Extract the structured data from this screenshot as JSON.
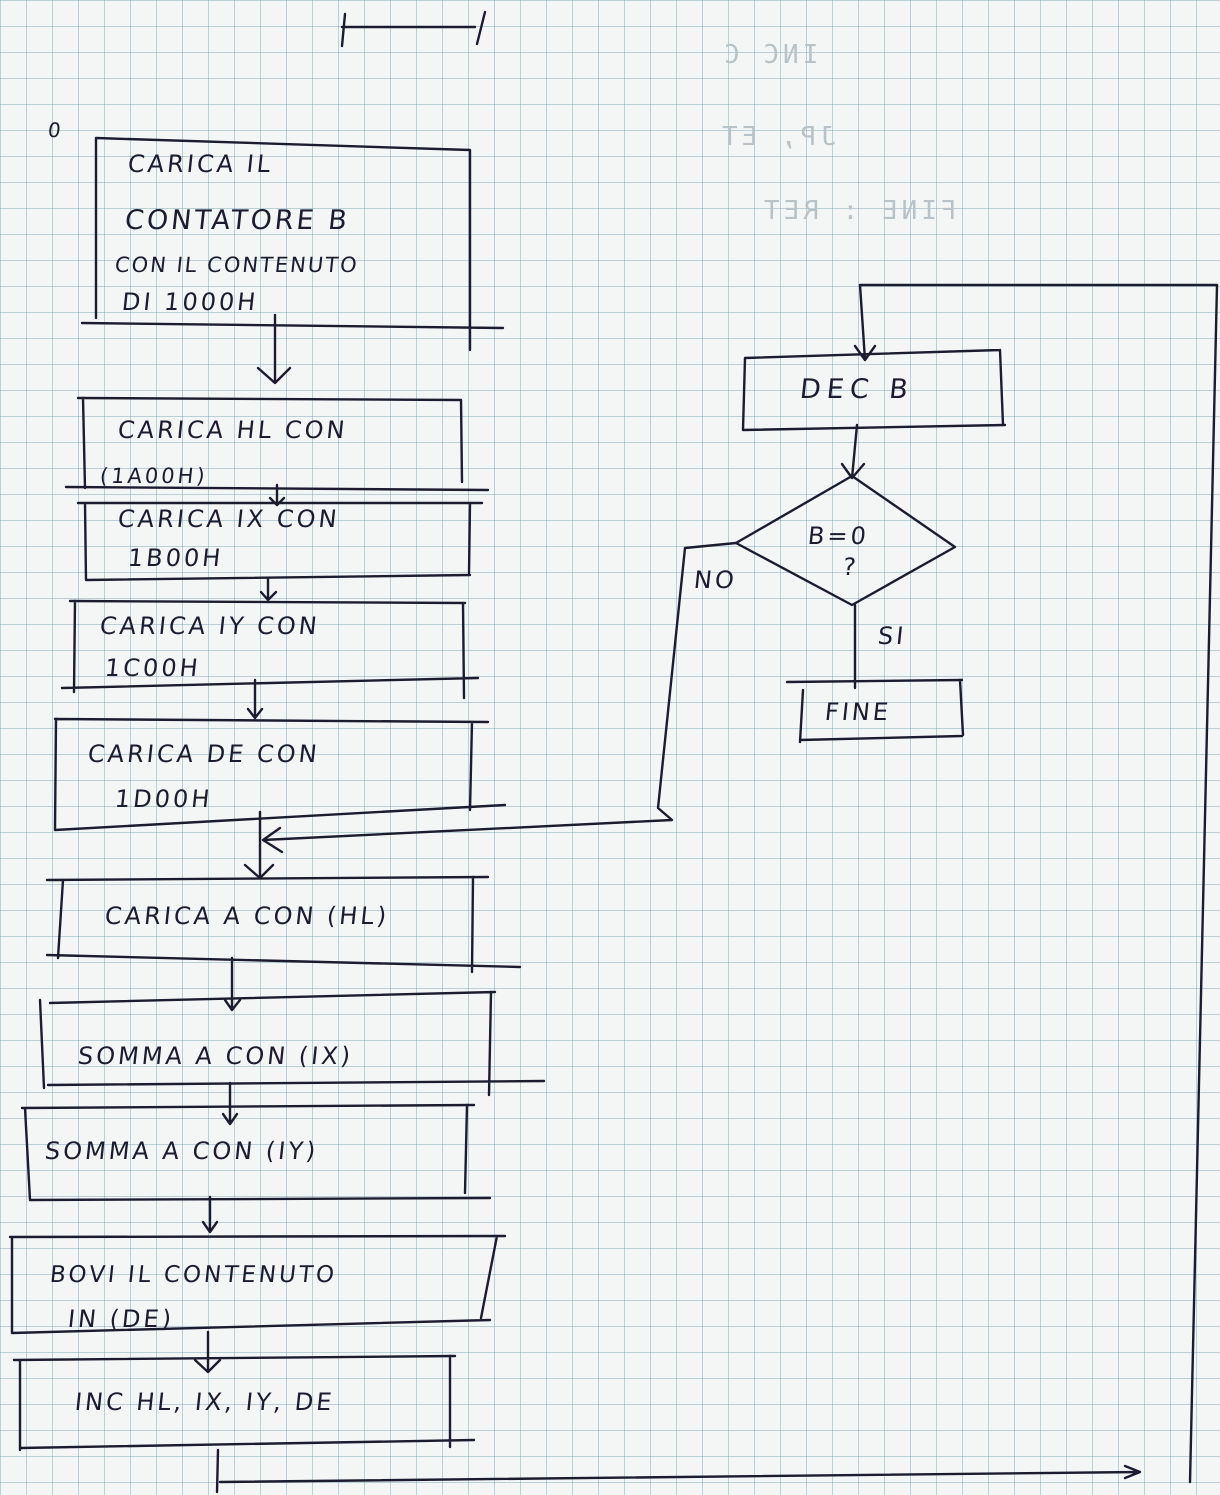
{
  "diagram": {
    "steps": [
      {
        "line1": "CARICA IL",
        "line2": "CONTATORE B",
        "line3": "CON IL CONTENUTO",
        "line4": "DI 1000H"
      },
      {
        "line1": "CARICA HL CON",
        "line2": "(1A00H)"
      },
      {
        "line1": "CARICA IX CON",
        "line2": "1B00H"
      },
      {
        "line1": "CARICA IY CON",
        "line2": "1C00H"
      },
      {
        "line1": "CARICA DE CON",
        "line2": "1D00H"
      },
      {
        "line1": "CARICA A CON (HL)"
      },
      {
        "line1": "SOMMA A CON (IX)"
      },
      {
        "line1": "SOMMA A CON (IY)"
      },
      {
        "line1": "BOVI IL CONTENUTO",
        "line2": "IN (DE)"
      },
      {
        "line1": "INC HL, IX, IY, DE"
      }
    ],
    "start_marker": "0",
    "dec_box": "DEC B",
    "decision": {
      "condition": "B=0",
      "question": "?",
      "no_label": "NO",
      "yes_label": "SI"
    },
    "end_box": "FINE"
  },
  "bleed_through": [
    "INC C",
    "JP, ET",
    "FINE : RET"
  ]
}
